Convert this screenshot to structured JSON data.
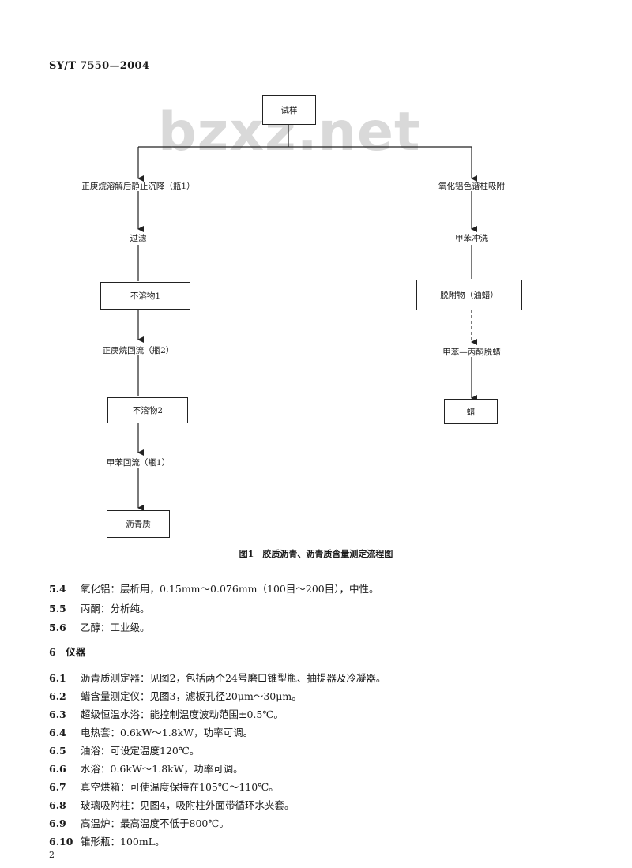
{
  "header": "SY/T 7550—2004",
  "watermark": "bzxz.net",
  "flowchart": {
    "top": "试样",
    "left_branch": {
      "step1": "正庚烷溶解后静止沉降（瓶1）",
      "step2": "过滤",
      "box1": "不溶物1",
      "step3": "正庚烷回流（瓶2）",
      "box2": "不溶物2",
      "step4": "甲苯回流（瓶1）",
      "box3": "沥青质"
    },
    "right_branch": {
      "step1": "氧化铝色谱柱吸附",
      "step2": "甲苯冲洗",
      "box1": "脱附物（油蜡）",
      "step3": "甲苯—丙酮脱蜡",
      "box2": "蜡"
    },
    "caption": "图1　胶质沥青、沥青质含量测定流程图"
  },
  "section5_items": [
    {
      "num": "5.4",
      "text": "氧化铝：层析用，0.15mm～0.076mm（100目～200目），中性。"
    },
    {
      "num": "5.5",
      "text": "丙酮：分析纯。"
    },
    {
      "num": "5.6",
      "text": "乙醇：工业级。"
    }
  ],
  "section6_title": "6　仪器",
  "section6_items": [
    {
      "num": "6.1",
      "text": "沥青质测定器：见图2，包括两个24号磨口锥型瓶、抽提器及冷凝器。"
    },
    {
      "num": "6.2",
      "text": "蜡含量测定仪：见图3，滤板孔径20μm～30μm。"
    },
    {
      "num": "6.3",
      "text": "超级恒温水浴：能控制温度波动范围±0.5℃。"
    },
    {
      "num": "6.4",
      "text": "电热套：0.6kW～1.8kW，功率可调。"
    },
    {
      "num": "6.5",
      "text": "油浴：可设定温度120℃。"
    },
    {
      "num": "6.6",
      "text": "水浴：0.6kW～1.8kW，功率可调。"
    },
    {
      "num": "6.7",
      "text": "真空烘箱：可使温度保持在105℃～110℃。"
    },
    {
      "num": "6.8",
      "text": "玻璃吸附柱：见图4，吸附柱外面带循环水夹套。"
    },
    {
      "num": "6.9",
      "text": "高温炉：最高温度不低于800℃。"
    },
    {
      "num": "6.10",
      "text": "锥形瓶：100mL。"
    }
  ],
  "page_number": "2"
}
